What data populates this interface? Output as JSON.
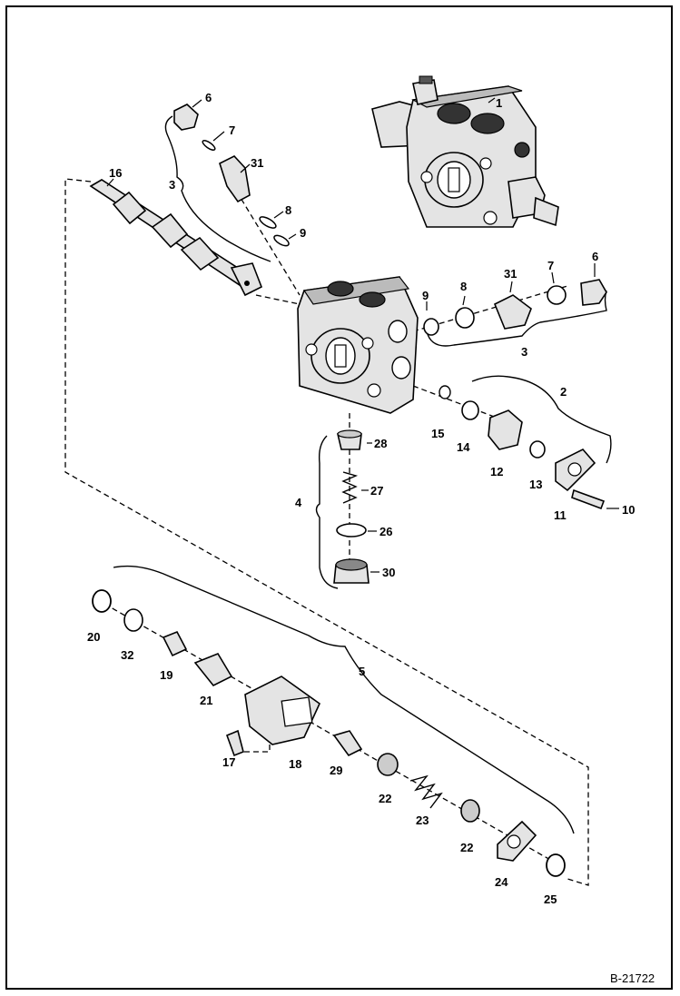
{
  "figure_number": "B-21722",
  "callouts": {
    "c1": "1",
    "c2": "2",
    "c3a": "3",
    "c3b": "3",
    "c4": "4",
    "c5": "5",
    "c6a": "6",
    "c6b": "6",
    "c7a": "7",
    "c7b": "7",
    "c8a": "8",
    "c8b": "8",
    "c9a": "9",
    "c9b": "9",
    "c10": "10",
    "c11": "11",
    "c12": "12",
    "c13": "13",
    "c14": "14",
    "c15": "15",
    "c16": "16",
    "c17": "17",
    "c18": "18",
    "c19": "19",
    "c20": "20",
    "c21": "21",
    "c22a": "22",
    "c22b": "22",
    "c23": "23",
    "c24": "24",
    "c25": "25",
    "c26": "26",
    "c27": "27",
    "c28": "28",
    "c29": "29",
    "c30": "30",
    "c31a": "31",
    "c31b": "31",
    "c32": "32"
  }
}
